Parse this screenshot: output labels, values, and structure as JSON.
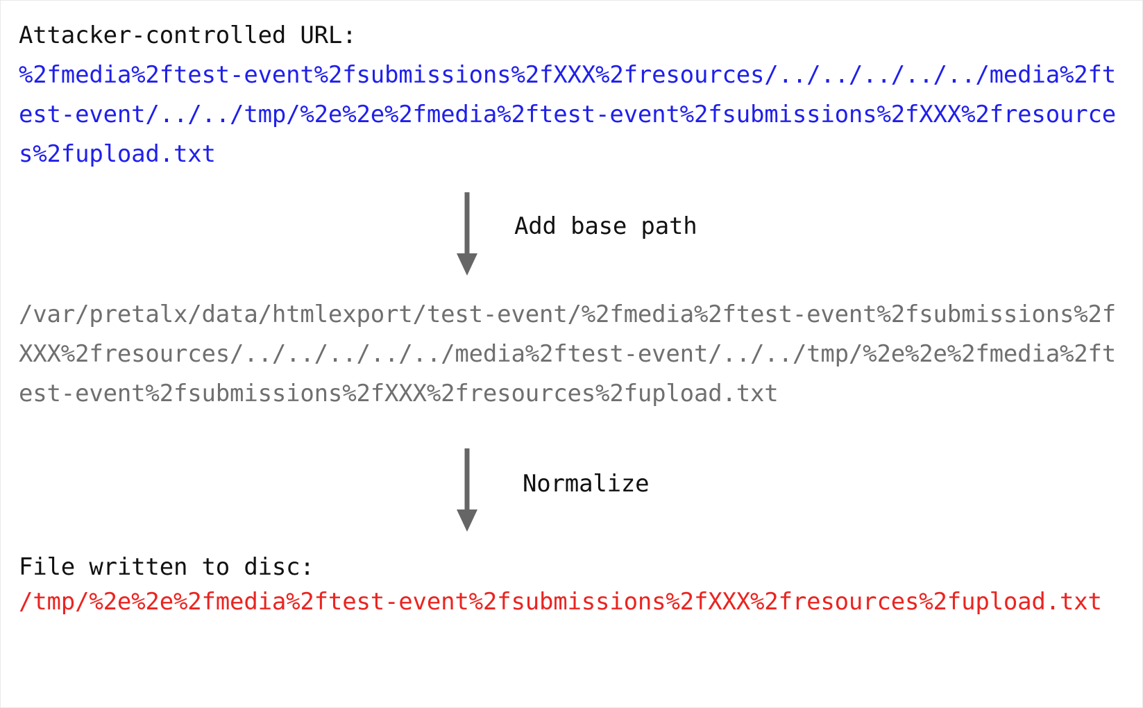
{
  "diagram": {
    "title_visible": false,
    "colors": {
      "attacker_url": "#1f1feb",
      "base_path": "#6f6f6f",
      "written_file": "#ea2420",
      "label": "#111111",
      "arrow": "#666666",
      "background": "#ffffff"
    },
    "steps": {
      "attacker": {
        "label": "Attacker-controlled URL:",
        "value": "%2fmedia%2ftest-event%2fsubmissions%2fXXX%2fresources/../../../../../media%2ftest-event/../../tmp/%2e%2e%2fmedia%2ftest-event%2fsubmissions%2fXXX%2fresources%2fupload.txt"
      },
      "base_path": {
        "label": "",
        "value": "/var/pretalx/data/htmlexport/test-event/%2fmedia%2ftest-event%2fsubmissions%2fXXX%2fresources/../../../../../media%2ftest-event/../../tmp/%2e%2e%2fmedia%2ftest-event%2fsubmissions%2fXXX%2fresources%2fupload.txt"
      },
      "written": {
        "label": "File written to disc:",
        "value": "/tmp/%2e%2e%2fmedia%2ftest-event%2fsubmissions%2fXXX%2fresources%2fupload.txt"
      }
    },
    "transitions": [
      {
        "name": "add-base-path",
        "label": "Add base path"
      },
      {
        "name": "normalize",
        "label": "Normalize"
      }
    ]
  }
}
